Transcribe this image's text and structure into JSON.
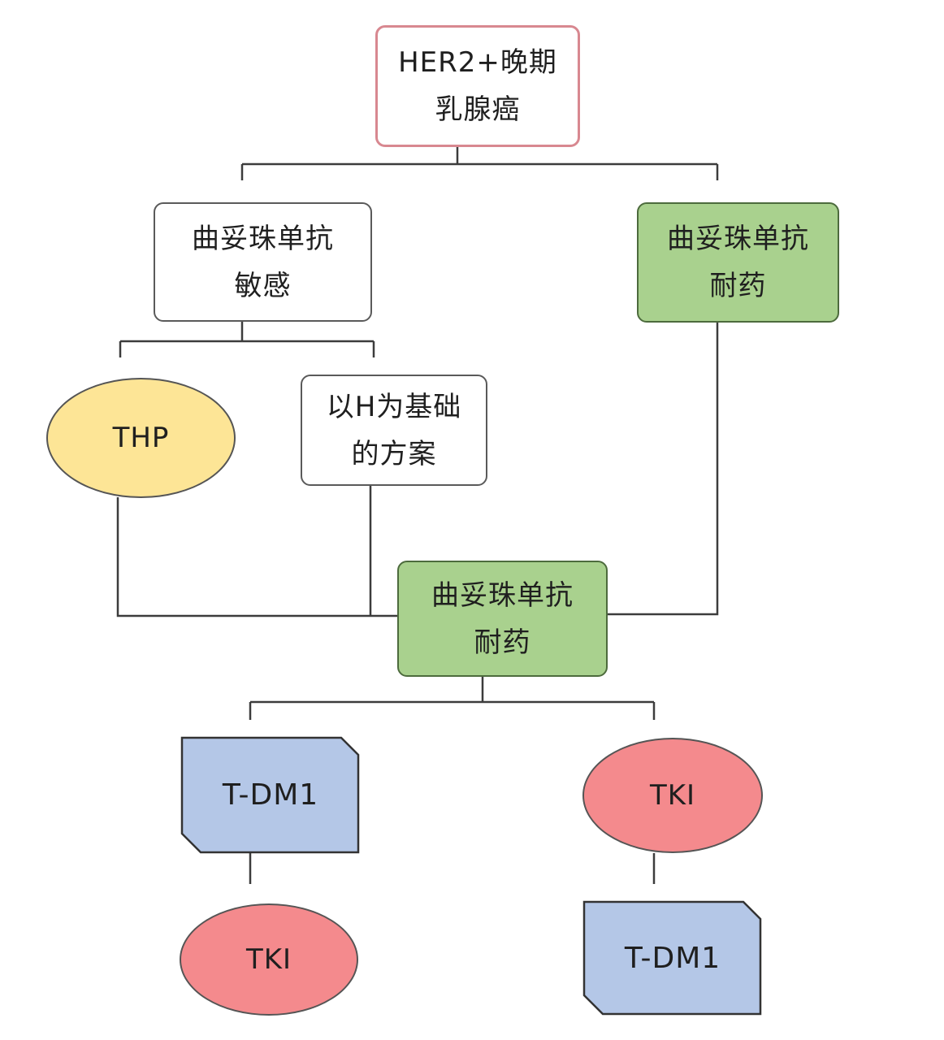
{
  "colors": {
    "root_border": "#d88890",
    "green_fill": "#a9d18e",
    "yellow_fill": "#fde596",
    "red_fill": "#f48a8d",
    "blue_fill": "#b4c7e7",
    "connector": "#3c3c3c"
  },
  "nodes": {
    "root": {
      "line1": "HER2+晚期",
      "line2": "乳腺癌"
    },
    "sensitive": {
      "line1": "曲妥珠单抗",
      "line2": "敏感"
    },
    "resistant_top": {
      "line1": "曲妥珠单抗",
      "line2": "耐药"
    },
    "thp": {
      "label": "THP"
    },
    "h_based": {
      "line1": "以H为基础",
      "line2": "的方案"
    },
    "resistant_mid": {
      "line1": "曲妥珠单抗",
      "line2": "耐药"
    },
    "tdm1_left": {
      "label": "T-DM1"
    },
    "tki_right": {
      "label": "TKI"
    },
    "tki_left": {
      "label": "TKI"
    },
    "tdm1_right": {
      "label": "T-DM1"
    }
  }
}
